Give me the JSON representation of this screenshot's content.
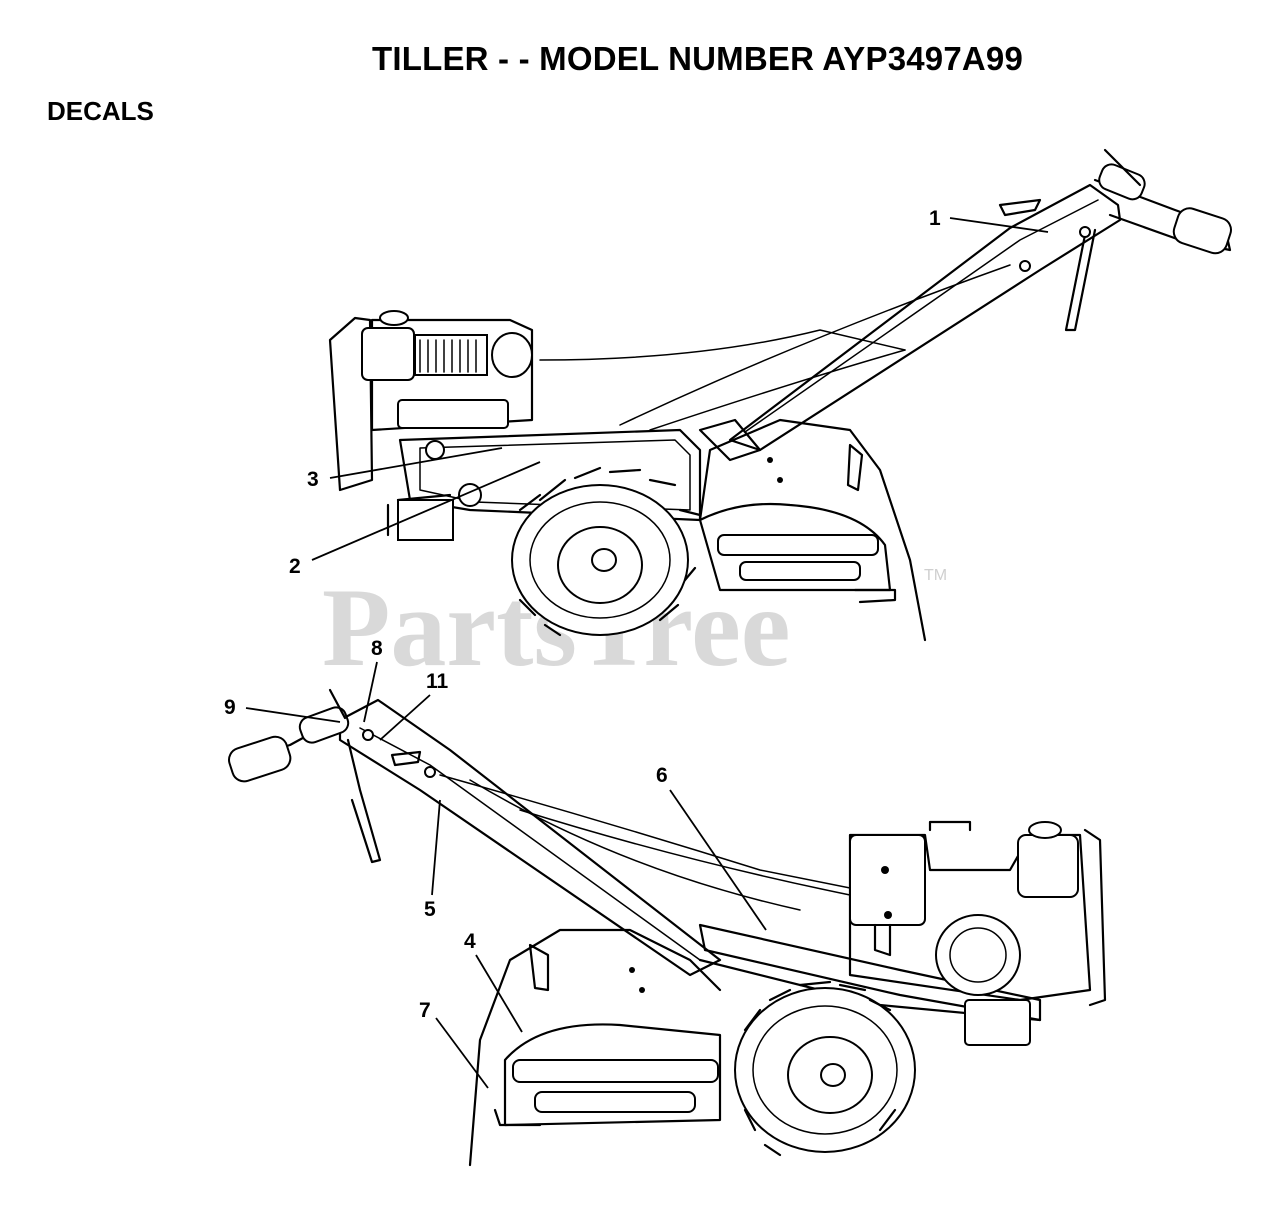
{
  "header": {
    "title": "TILLER - - MODEL NUMBER AYP3497A99",
    "section": "DECALS"
  },
  "watermark": {
    "text": "PartsTree",
    "trademark": "TM"
  },
  "callouts": {
    "c1": "1",
    "c2": "2",
    "c3": "3",
    "c4": "4",
    "c5": "5",
    "c6": "6",
    "c7": "7",
    "c8": "8",
    "c9": "9",
    "c11": "11"
  }
}
